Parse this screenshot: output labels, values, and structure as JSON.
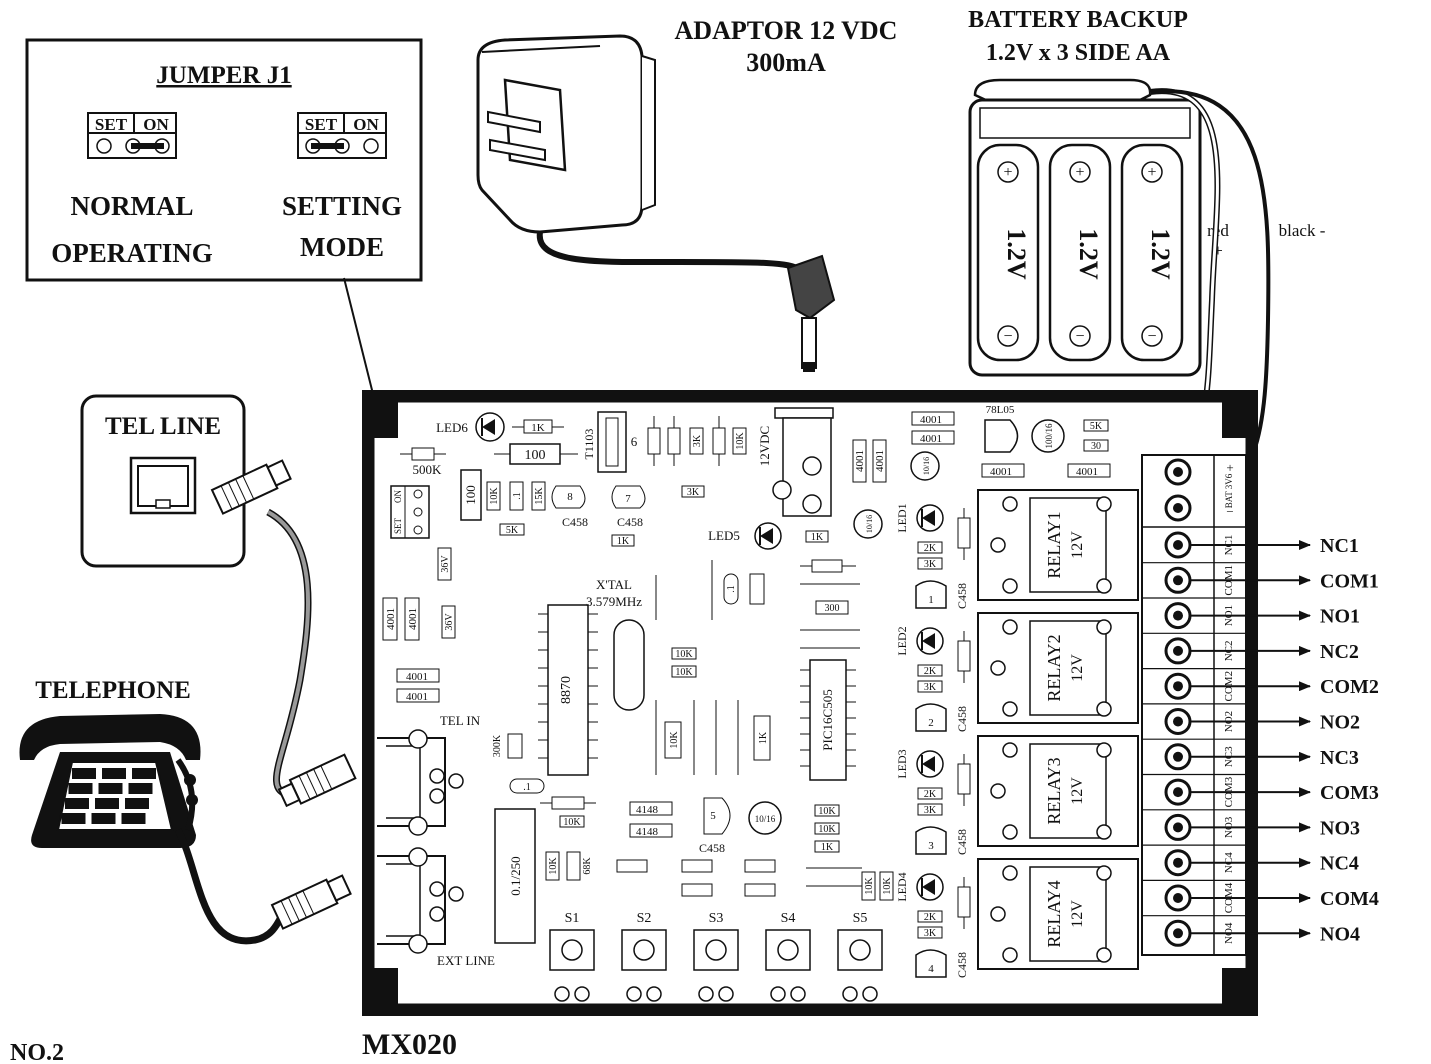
{
  "jumper": {
    "title": "JUMPER J1",
    "set": "SET",
    "on": "ON",
    "normal_line1": "NORMAL",
    "normal_line2": "OPERATING",
    "setting_line1": "SETTING",
    "setting_line2": "MODE"
  },
  "adaptor": {
    "line1": "ADAPTOR 12 VDC",
    "line2": "300mA"
  },
  "battery": {
    "line1": "BATTERY BACKUP",
    "line2": "1.2V x 3 SIDE AA",
    "cell_label": "1.2V",
    "plus": "+",
    "minus": "−",
    "red_label": "red",
    "red_sign": "+",
    "black_label": "black -"
  },
  "tel_line": {
    "title": "TEL LINE"
  },
  "telephone": {
    "title": "TELEPHONE"
  },
  "board": {
    "model": "MX020",
    "figure_number": "NO.2",
    "tel_in": "TEL IN",
    "ext_line": "EXT LINE",
    "xtal_line1": "X'TAL",
    "xtal_line2": "3.579MHz",
    "ic_decoder": "8870",
    "ic_mcu": "PIC16C505",
    "dc_jack": "12VDC",
    "regulator": "78L05",
    "transformer": "T1103",
    "cap_01_250": "0.1/250",
    "led6": "LED6",
    "led5": "LED5",
    "r_500k": "500K",
    "r_100_a": "100",
    "r_100_b": "100",
    "r_1k_top": "1K",
    "r_10k_a": "10K",
    "r_15k": "15K",
    "r_5k": "5K",
    "r_3k_a": "3K",
    "r_10k_b": "10K",
    "r_3k_b": "3K",
    "r_1k_b": "1K",
    "r_1k_c": "1K",
    "r_300": "300",
    "r_10k_x1": "10K",
    "r_10k_x2": "10K",
    "r_10k_v": "10K",
    "r_1k_v": "1K",
    "r_300k": "300K",
    "r_10k_low": "10K",
    "r_10k_l": "10K",
    "r_68k": "68K",
    "r_10k_p1": "10K",
    "r_10k_p2": "10K",
    "r_1k_p": "1K",
    "r_5k_tr": "5K",
    "r_30": "30",
    "d_36v_a": "36V",
    "d_36v_b": "36V",
    "d_4001": "4001",
    "d_4148": "4148",
    "cap_small": ".1",
    "cap_10_16": "10/16",
    "cap_100_16": "100/16",
    "tr_c458": "C458",
    "tr_6": "6",
    "tr_7": "7",
    "tr_8": "8",
    "tr_5": "5",
    "jp_set": "SET",
    "jp_on": "ON",
    "term_bat_plus": "+",
    "term_bat_text": "BAT 3V6",
    "term_bat_minus": "−",
    "r_2k": "2K",
    "r_3k": "3K"
  },
  "buttons": [
    "S1",
    "S2",
    "S3",
    "S4",
    "S5"
  ],
  "relays": [
    {
      "name": "RELAY1",
      "coil": "12V",
      "led": "LED1",
      "transistor": "1",
      "tlabel": "C458"
    },
    {
      "name": "RELAY2",
      "coil": "12V",
      "led": "LED2",
      "transistor": "2",
      "tlabel": "C458"
    },
    {
      "name": "RELAY3",
      "coil": "12V",
      "led": "LED3",
      "transistor": "3",
      "tlabel": "C458"
    },
    {
      "name": "RELAY4",
      "coil": "12V",
      "led": "LED4",
      "transistor": "4",
      "tlabel": "C458"
    }
  ],
  "terminals": [
    "NC1",
    "COM1",
    "NO1",
    "NC2",
    "COM2",
    "NO2",
    "NC3",
    "COM3",
    "NO3",
    "NC4",
    "COM4",
    "NO4"
  ]
}
